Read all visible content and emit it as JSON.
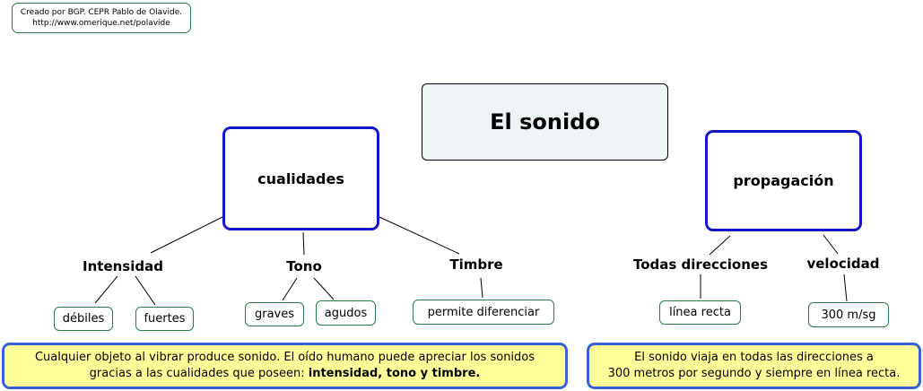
{
  "credit": {
    "line1": "Creado por BGP. CEPR Pablo de Olavide.",
    "line2": "http://www.omerique.net/polavide"
  },
  "title": "El sonido",
  "nodes": {
    "cualidades": "cualidades",
    "propagacion": "propagación"
  },
  "labels": {
    "intensidad": "Intensidad",
    "tono": "Tono",
    "timbre": "Timbre",
    "todas": "Todas direcciones",
    "velocidad": "velocidad"
  },
  "leaves": {
    "debiles": "débiles",
    "fuertes": "fuertes",
    "graves": "graves",
    "agudos": "agudos",
    "permite": "permite diferenciar",
    "linea": "línea recta",
    "vel": "300 m/sg"
  },
  "notes": {
    "left": {
      "line1": "Cualquier objeto al vibrar produce sonido. El oído humano puede apreciar los sonidos",
      "line2_prefix": "gracias a las cualidades que poseen: ",
      "line2_bold": "intensidad, tono y timbre."
    },
    "right": {
      "line1": "El sonido viaja en todas las direcciones a",
      "line2": "300 metros por segundo y siempre en línea recta."
    }
  }
}
